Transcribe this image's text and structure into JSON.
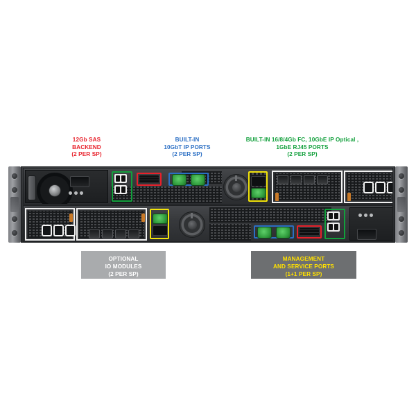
{
  "diagram": {
    "title": "Storage array rear view with port callouts",
    "callouts": [
      {
        "id": "sas-backend",
        "color": "#e8202a",
        "text": "12Gb SAS\nBACKEND\n(2 PER SP)"
      },
      {
        "id": "builtin-10gbt",
        "color": "#2b6fc4",
        "text": "BUILT-IN\n10GbT IP PORTS\n(2 PER SP)"
      },
      {
        "id": "builtin-fc",
        "color": "#12a03c",
        "text": "BUILT-IN 16/8/4Gb FC, 10GbE IP Optical ,\n1GbE RJ45 PORTS\n(2 PER SP)"
      }
    ],
    "reflection_labels": [
      {
        "id": "optional-io",
        "text": "OPTIONAL\nIO MODULES\n(2 PER SP)",
        "text_color": "#ffffff",
        "box_color": "#a9abad"
      },
      {
        "id": "management-service",
        "text": "MANAGEMENT\nAND SERVICE PORTS\n(1+1 PER SP)",
        "text_color": "#ffe000",
        "box_color": "#6d6f71"
      }
    ],
    "highlight_colors": {
      "sas_backend": "#12a03c",
      "serial_console": "#e8202a",
      "ip_10gbt": "#2b6fc4",
      "management_service": "#f3e40a",
      "io_modules": "#f2f2f2"
    },
    "storage_processors": [
      {
        "id": "sp-a",
        "position": "top",
        "components": [
          "power-supply",
          "sas-backend-ports",
          "serial-port",
          "10gbt-ip-ports",
          "latch",
          "management-service-port",
          "io-module-1",
          "io-module-2"
        ]
      },
      {
        "id": "sp-b",
        "position": "bottom",
        "components": [
          "io-module-1",
          "io-module-2",
          "management-service-port",
          "latch",
          "10gbt-ip-ports",
          "serial-port",
          "sas-backend-ports",
          "power-supply"
        ]
      }
    ]
  }
}
